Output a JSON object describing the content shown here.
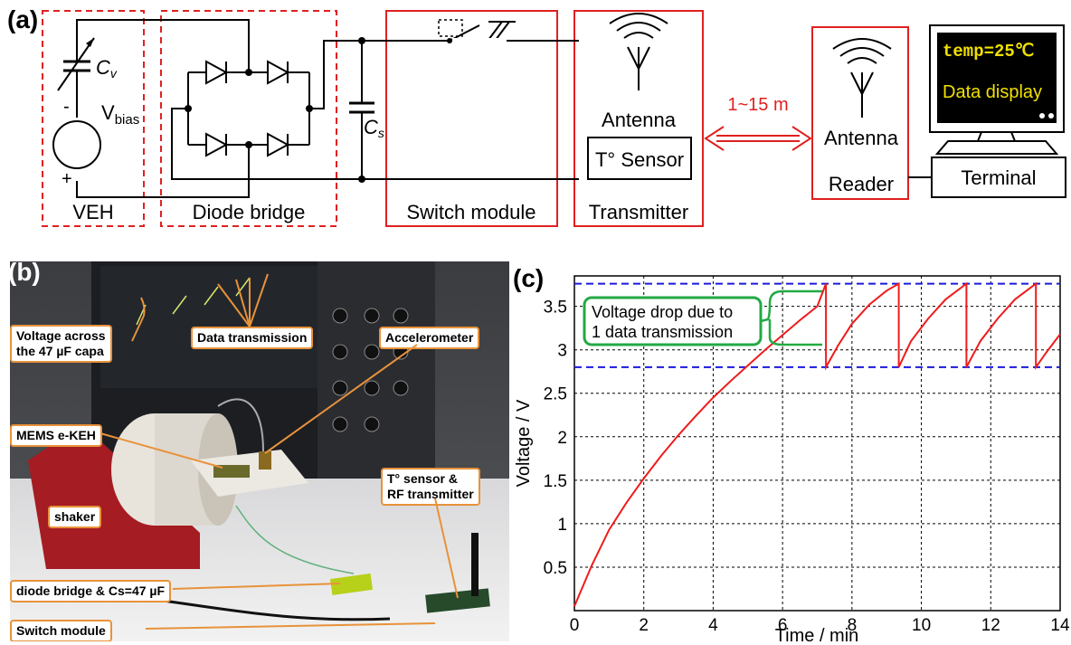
{
  "panel_a": {
    "label": "(a)",
    "veh_label": "VEH",
    "diode_label": "Diode bridge",
    "switch_label": "Switch module",
    "transmitter_label": "Transmitter",
    "antenna_tx": "Antenna",
    "sensor_label": "T° Sensor",
    "distance_label": "1~15 m",
    "antenna_rx": "Antenna",
    "reader_label": "Reader",
    "terminal_label": "Terminal",
    "screen_line1": "temp=25℃",
    "screen_line2": "Data display",
    "cv_label": "C",
    "cv_sub": "v",
    "vbias_label": "V",
    "vbias_sub": "bias",
    "cs_label": "C",
    "cs_sub": "s",
    "minus": "-",
    "plus": "+"
  },
  "panel_b": {
    "label": "(b)",
    "callouts": {
      "voltage": "Voltage across\nthe 47 µF capa",
      "data": "Data transmission",
      "accel": "Accelerometer",
      "mems": "MEMS e-KEH",
      "sensor": "T° sensor &\nRF transmitter",
      "shaker": "shaker",
      "diode": "diode bridge & Cs=47 µF",
      "switch": "Switch module"
    }
  },
  "panel_c": {
    "label": "(c)",
    "annotation_line1": "Voltage drop due to",
    "annotation_line2": "1 data transmission"
  },
  "chart_data": {
    "type": "line",
    "xlabel": "Time / min",
    "ylabel": "Voltage / V",
    "xlim": [
      0,
      14
    ],
    "ylim": [
      0,
      3.85
    ],
    "xticks": [
      0,
      2,
      4,
      6,
      8,
      10,
      12,
      14
    ],
    "yticks": [
      0.5,
      1,
      1.5,
      2,
      2.5,
      3,
      3.5
    ],
    "grid": true,
    "reference_lines": [
      3.76,
      2.8
    ],
    "series": [
      {
        "color": "#ee1c1c",
        "x": [
          0,
          0.5,
          1,
          1.5,
          2,
          2.5,
          3,
          3.5,
          4,
          4.5,
          5,
          5.5,
          6,
          6.5,
          7,
          7.25,
          7.25,
          7.6,
          8,
          8.5,
          9,
          9.35,
          9.35,
          9.7,
          10.2,
          10.7,
          11.3,
          11.3,
          11.7,
          12.2,
          12.7,
          13.3,
          13.3,
          13.6,
          14
        ],
        "y": [
          0.05,
          0.52,
          0.93,
          1.24,
          1.52,
          1.78,
          2.02,
          2.24,
          2.45,
          2.64,
          2.82,
          3.0,
          3.17,
          3.34,
          3.5,
          3.76,
          2.8,
          3.05,
          3.3,
          3.52,
          3.68,
          3.76,
          2.8,
          3.1,
          3.36,
          3.58,
          3.76,
          2.8,
          3.1,
          3.36,
          3.58,
          3.76,
          2.8,
          2.97,
          3.18
        ]
      }
    ]
  },
  "colors": {
    "red": "#e02020",
    "green": "#22aa44",
    "blue": "#1a1adc",
    "orange": "#e8923a",
    "screen_text": "#f0e000"
  }
}
